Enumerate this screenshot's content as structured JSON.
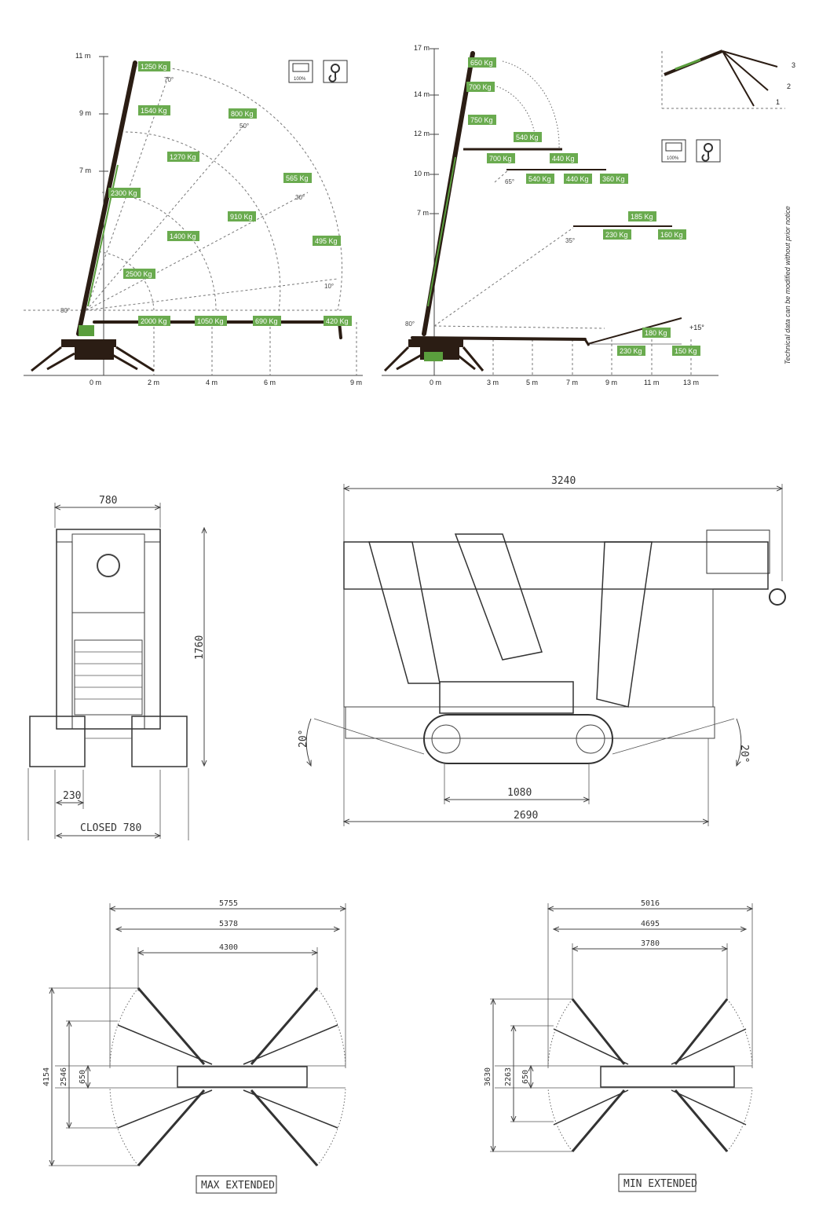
{
  "chart1": {
    "y_ticks": [
      "11 m",
      "9 m",
      "7 m"
    ],
    "x_ticks": [
      "0 m",
      "2 m",
      "4 m",
      "6 m",
      "9 m"
    ],
    "base_angle": "80°",
    "angles": [
      "70°",
      "50°",
      "30°",
      "10°"
    ],
    "loads": [
      "1250 Kg",
      "1540 Kg",
      "800 Kg",
      "1270 Kg",
      "2300 Kg",
      "565 Kg",
      "910 Kg",
      "1400 Kg",
      "495 Kg",
      "2500 Kg",
      "2000 Kg",
      "1050 Kg",
      "690 Kg",
      "420 Kg"
    ]
  },
  "chart2": {
    "y_ticks": [
      "17 m",
      "14 m",
      "12 m",
      "10 m",
      "7 m"
    ],
    "x_ticks": [
      "0 m",
      "3 m",
      "5 m",
      "7 m",
      "9 m",
      "11 m",
      "13 m"
    ],
    "base_angle": "80°",
    "angles": [
      "65°",
      "35°",
      "+15°"
    ],
    "loads": [
      "650 Kg",
      "700 Kg",
      "750 Kg",
      "540 Kg",
      "700 Kg",
      "440 Kg",
      "540 Kg",
      "440 Kg",
      "360 Kg",
      "185 Kg",
      "230 Kg",
      "160 Kg",
      "180 Kg",
      "230 Kg",
      "150 Kg"
    ],
    "inset_numbers": [
      "3",
      "2",
      "1"
    ]
  },
  "icons": {
    "meter_label": "100%"
  },
  "note": "Technical data can be modified without prior notice",
  "front_view": {
    "width_top": "780",
    "height": "1760",
    "track": "230",
    "closed": "CLOSED  780"
  },
  "side_view": {
    "length": "3240",
    "angle_left": "20°",
    "angle_right": "20°",
    "track_center": "1080",
    "track_length": "2690"
  },
  "max_extended": {
    "w1": "5755",
    "w2": "5378",
    "w3": "4300",
    "h1": "4154",
    "h2": "2546",
    "h3": "650",
    "label": "MAX EXTENDED"
  },
  "min_extended": {
    "w1": "5016",
    "w2": "4695",
    "w3": "3780",
    "h1": "3630",
    "h2": "2263",
    "h3": "650",
    "label": "MIN EXTENDED"
  },
  "colors": {
    "green": "#6aab4f",
    "boom": "#2b1d14"
  }
}
